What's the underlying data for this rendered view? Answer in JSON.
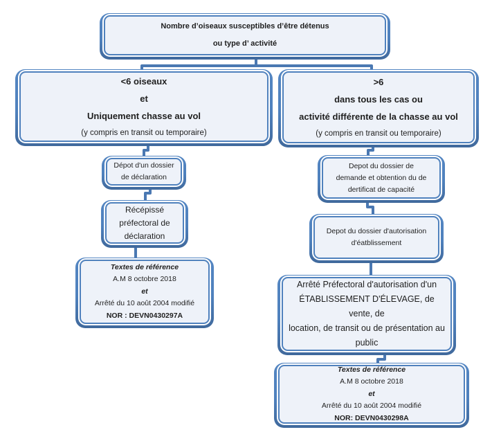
{
  "colors": {
    "node_border": "#4f81bd",
    "node_fill": "#eef2f9",
    "connector": "#4a78b2",
    "text": "#1f1f1f"
  },
  "root": {
    "lines": [
      "Nombre d’oiseaux susceptibles d’être détenus",
      "ou type d’ activité"
    ]
  },
  "left_branch": {
    "line1": "<6 oiseaux",
    "line2": "et",
    "line3": "Uniquement chasse au vol",
    "note": "(y compris en transit ou temporaire)"
  },
  "right_branch": {
    "line1": ">6",
    "line2": "dans tous les cas ou",
    "line3": "activité différente de la chasse au vol",
    "note": "(y compris en transit ou temporaire)"
  },
  "left_column": {
    "step1": {
      "lines": [
        "Dépot d'un dossier",
        "de  déclaration"
      ]
    },
    "step2": {
      "lines": [
        "Récépissé",
        "préfectoral  de",
        "déclaration"
      ]
    },
    "references": {
      "title": "Textes de référence",
      "line1": "A.M 8 octobre 2018",
      "line2": "et",
      "line3": "Arrêté du 10 août 2004 modifié",
      "nor": "NOR : DEVN0430297A"
    }
  },
  "right_column": {
    "step1": {
      "lines": [
        "Depot du dossier de",
        "demande et obtention du de",
        "dertificat de capacité"
      ]
    },
    "step2": {
      "lines": [
        "Depot du dossier d'autorisation",
        "d'éatblissement"
      ]
    },
    "step3": {
      "lines": [
        "Arrêté Préfectoral d'autorisation d'un",
        "ÉTABLISSEMENT D'ÉLEVAGE, de vente, de",
        "location, de transit ou de présentation au",
        "public"
      ]
    },
    "references": {
      "title": "Textes de référence",
      "line1": "A.M 8 octobre 2018",
      "line2": "et",
      "line3": "Arrêté du 10 août 2004 modifié",
      "nor": "NOR: DEVN0430298A"
    }
  }
}
